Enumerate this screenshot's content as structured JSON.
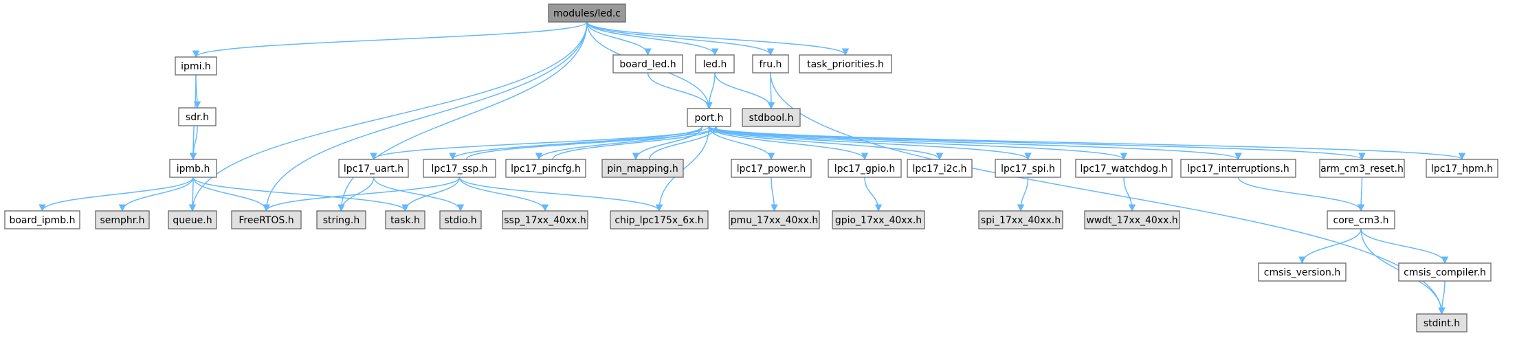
{
  "colors": {
    "root_fill": "#999999",
    "node_fill": "#ffffff",
    "external_fill": "#e0e0e0",
    "node_border": "#666666",
    "edge": "#63b8ff"
  },
  "nodes": [
    {
      "id": "led_c",
      "label": "modules/led.c",
      "kind": "root"
    },
    {
      "id": "ipmi_h",
      "label": "ipmi.h",
      "kind": "doc"
    },
    {
      "id": "board_led_h",
      "label": "board_led.h",
      "kind": "doc"
    },
    {
      "id": "led_h",
      "label": "led.h",
      "kind": "doc"
    },
    {
      "id": "fru_h",
      "label": "fru.h",
      "kind": "doc"
    },
    {
      "id": "task_priorities_h",
      "label": "task_priorities.h",
      "kind": "doc"
    },
    {
      "id": "sdr_h",
      "label": "sdr.h",
      "kind": "doc"
    },
    {
      "id": "port_h",
      "label": "port.h",
      "kind": "doc"
    },
    {
      "id": "stdbool_h",
      "label": "stdbool.h",
      "kind": "external"
    },
    {
      "id": "ipmb_h",
      "label": "ipmb.h",
      "kind": "doc"
    },
    {
      "id": "lpc17_uart_h",
      "label": "lpc17_uart.h",
      "kind": "doc"
    },
    {
      "id": "lpc17_ssp_h",
      "label": "lpc17_ssp.h",
      "kind": "doc"
    },
    {
      "id": "lpc17_pincfg_h",
      "label": "lpc17_pincfg.h",
      "kind": "doc"
    },
    {
      "id": "pin_mapping_h",
      "label": "pin_mapping.h",
      "kind": "external"
    },
    {
      "id": "lpc17_power_h",
      "label": "lpc17_power.h",
      "kind": "doc"
    },
    {
      "id": "lpc17_gpio_h",
      "label": "lpc17_gpio.h",
      "kind": "doc"
    },
    {
      "id": "lpc17_i2c_h",
      "label": "lpc17_i2c.h",
      "kind": "doc"
    },
    {
      "id": "lpc17_spi_h",
      "label": "lpc17_spi.h",
      "kind": "doc"
    },
    {
      "id": "lpc17_watchdog_h",
      "label": "lpc17_watchdog.h",
      "kind": "doc"
    },
    {
      "id": "lpc17_interruptions_h",
      "label": "lpc17_interruptions.h",
      "kind": "doc"
    },
    {
      "id": "arm_cm3_reset_h",
      "label": "arm_cm3_reset.h",
      "kind": "doc"
    },
    {
      "id": "lpc17_hpm_h",
      "label": "lpc17_hpm.h",
      "kind": "doc"
    },
    {
      "id": "board_ipmb_h",
      "label": "board_ipmb.h",
      "kind": "doc"
    },
    {
      "id": "semphr_h",
      "label": "semphr.h",
      "kind": "external"
    },
    {
      "id": "queue_h",
      "label": "queue.h",
      "kind": "external"
    },
    {
      "id": "freertos_h",
      "label": "FreeRTOS.h",
      "kind": "external"
    },
    {
      "id": "string_h",
      "label": "string.h",
      "kind": "external"
    },
    {
      "id": "task_h",
      "label": "task.h",
      "kind": "external"
    },
    {
      "id": "stdio_h",
      "label": "stdio.h",
      "kind": "external"
    },
    {
      "id": "ssp_17xx_40xx_h",
      "label": "ssp_17xx_40xx.h",
      "kind": "external"
    },
    {
      "id": "chip_lpc175x_6x_h",
      "label": "chip_lpc175x_6x.h",
      "kind": "external"
    },
    {
      "id": "pmu_17xx_40xx_h",
      "label": "pmu_17xx_40xx.h",
      "kind": "external"
    },
    {
      "id": "gpio_17xx_40xx_h",
      "label": "gpio_17xx_40xx.h",
      "kind": "external"
    },
    {
      "id": "spi_17xx_40xx_h",
      "label": "spi_17xx_40xx.h",
      "kind": "external"
    },
    {
      "id": "wwdt_17xx_40xx_h",
      "label": "wwdt_17xx_40xx.h",
      "kind": "external"
    },
    {
      "id": "core_cm3_h",
      "label": "core_cm3.h",
      "kind": "doc"
    },
    {
      "id": "cmsis_version_h",
      "label": "cmsis_version.h",
      "kind": "doc"
    },
    {
      "id": "cmsis_compiler_h",
      "label": "cmsis_compiler.h",
      "kind": "doc"
    },
    {
      "id": "stdint_h",
      "label": "stdint.h",
      "kind": "external"
    }
  ],
  "edges": [
    [
      "led_c",
      "ipmi_h"
    ],
    [
      "led_c",
      "board_led_h"
    ],
    [
      "led_c",
      "led_h"
    ],
    [
      "led_c",
      "fru_h"
    ],
    [
      "led_c",
      "task_priorities_h"
    ],
    [
      "led_c",
      "port_h"
    ],
    [
      "led_c",
      "queue_h"
    ],
    [
      "led_c",
      "freertos_h"
    ],
    [
      "led_c",
      "string_h"
    ],
    [
      "ipmi_h",
      "sdr_h"
    ],
    [
      "ipmi_h",
      "ipmb_h"
    ],
    [
      "sdr_h",
      "ipmb_h"
    ],
    [
      "board_led_h",
      "port_h"
    ],
    [
      "led_h",
      "port_h"
    ],
    [
      "led_h",
      "stdbool_h"
    ],
    [
      "fru_h",
      "stdbool_h"
    ],
    [
      "fru_h",
      "stdint_h"
    ],
    [
      "ipmb_h",
      "board_ipmb_h"
    ],
    [
      "ipmb_h",
      "semphr_h"
    ],
    [
      "ipmb_h",
      "queue_h"
    ],
    [
      "ipmb_h",
      "freertos_h"
    ],
    [
      "ipmb_h",
      "task_h"
    ],
    [
      "port_h",
      "lpc17_uart_h"
    ],
    [
      "port_h",
      "lpc17_ssp_h"
    ],
    [
      "port_h",
      "lpc17_pincfg_h"
    ],
    [
      "port_h",
      "pin_mapping_h"
    ],
    [
      "port_h",
      "chip_lpc175x_6x_h"
    ],
    [
      "port_h",
      "lpc17_power_h"
    ],
    [
      "port_h",
      "lpc17_gpio_h"
    ],
    [
      "port_h",
      "lpc17_i2c_h"
    ],
    [
      "port_h",
      "lpc17_spi_h"
    ],
    [
      "port_h",
      "lpc17_watchdog_h"
    ],
    [
      "port_h",
      "lpc17_interruptions_h"
    ],
    [
      "port_h",
      "arm_cm3_reset_h"
    ],
    [
      "port_h",
      "lpc17_hpm_h"
    ],
    [
      "lpc17_pincfg_h",
      "port_h"
    ],
    [
      "lpc17_ssp_h",
      "port_h"
    ],
    [
      "pin_mapping_h",
      "port_h"
    ],
    [
      "lpc17_uart_h",
      "string_h"
    ],
    [
      "lpc17_uart_h",
      "stdio_h"
    ],
    [
      "lpc17_ssp_h",
      "freertos_h"
    ],
    [
      "lpc17_ssp_h",
      "task_h"
    ],
    [
      "lpc17_ssp_h",
      "ssp_17xx_40xx_h"
    ],
    [
      "lpc17_ssp_h",
      "chip_lpc175x_6x_h"
    ],
    [
      "lpc17_power_h",
      "pmu_17xx_40xx_h"
    ],
    [
      "lpc17_gpio_h",
      "gpio_17xx_40xx_h"
    ],
    [
      "lpc17_spi_h",
      "spi_17xx_40xx_h"
    ],
    [
      "lpc17_watchdog_h",
      "wwdt_17xx_40xx_h"
    ],
    [
      "lpc17_interruptions_h",
      "core_cm3_h"
    ],
    [
      "arm_cm3_reset_h",
      "core_cm3_h"
    ],
    [
      "core_cm3_h",
      "cmsis_version_h"
    ],
    [
      "core_cm3_h",
      "cmsis_compiler_h"
    ],
    [
      "core_cm3_h",
      "stdint_h"
    ],
    [
      "cmsis_compiler_h",
      "stdint_h"
    ]
  ]
}
